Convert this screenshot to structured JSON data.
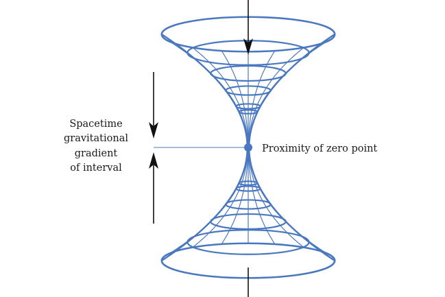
{
  "diagram": {
    "left_label": [
      "Spacetime",
      "gravitational",
      "gradient",
      "of interval"
    ],
    "point_label": "Proximity of zero point",
    "colors": {
      "funnel": "#4a78c0",
      "arrow": "#111111",
      "text": "#1a1a1a"
    }
  }
}
